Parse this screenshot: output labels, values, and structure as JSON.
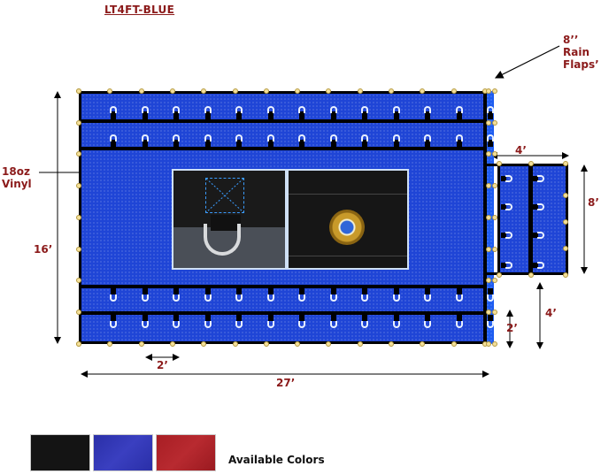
{
  "title": "LT4FT-BLUE",
  "labels": {
    "rain_flaps": "8’’ Rain Flaps’",
    "rain_flaps_line1": "8’’",
    "rain_flaps_line2": "Rain",
    "rain_flaps_line3": "Flaps’",
    "material_line1": "18oz",
    "material_line2": "Vinyl",
    "height": "16’",
    "width": "27’",
    "strap_spacing": "2’",
    "flap_width": "4’",
    "flap_height": "8’",
    "flap_offset": "4’",
    "bottom_offset": "2’"
  },
  "insets": [
    {
      "name": "d-ring-detail",
      "description": "D-ring with X-stitched webbing"
    },
    {
      "name": "grommet-detail",
      "description": "Brass grommet"
    }
  ],
  "colors": {
    "label": "Available Colors",
    "swatches": [
      {
        "name": "black",
        "hex": "#141414"
      },
      {
        "name": "blue",
        "hex": "#2a2fa8"
      },
      {
        "name": "red",
        "hex": "#a81e24"
      }
    ],
    "tarp_blue": "#1f45d6",
    "dimension_text": "#8b1a1a"
  }
}
